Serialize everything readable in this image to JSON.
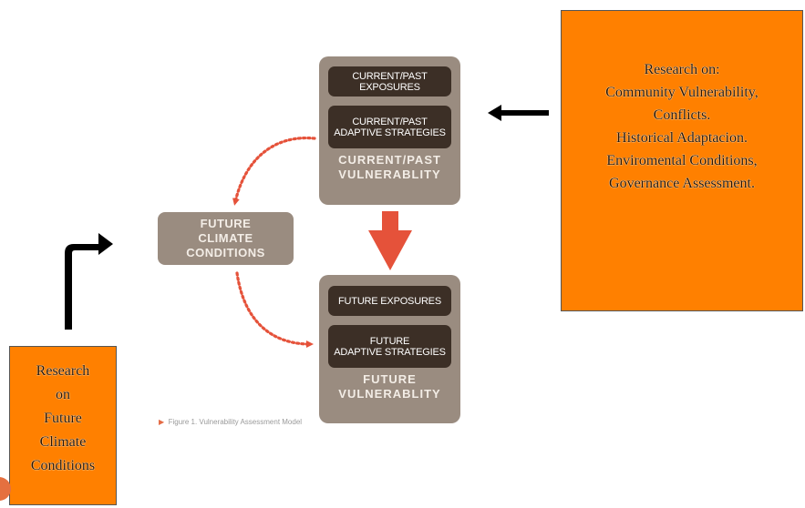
{
  "diagram": {
    "current_panel": {
      "exposures": "CURRENT/PAST EXPOSURES",
      "strategies_line1": "CURRENT/PAST",
      "strategies_line2": "ADAPTIVE STRATEGIES",
      "vulnerability_line1": "CURRENT/PAST",
      "vulnerability_line2": "VULNERABLITY"
    },
    "future_conditions": {
      "line1": "FUTURE",
      "line2": "CLIMATE CONDITIONS"
    },
    "future_panel": {
      "exposures": "FUTURE EXPOSURES",
      "strategies_line1": "FUTURE",
      "strategies_line2": "ADAPTIVE STRATEGIES",
      "vulnerability_line1": "FUTURE",
      "vulnerability_line2": "VULNERABLITY"
    },
    "caption": "Figure 1. Vulnerability Assessment Model"
  },
  "research_right": {
    "lines": [
      "Research on:",
      "Community Vulnerability,",
      "Conflicts.",
      "Historical Adaptacion.",
      "Enviromental Conditions,",
      "Governance Assessment."
    ]
  },
  "research_left": {
    "lines": [
      "Research",
      "on",
      "Future",
      "Climate",
      "Conditions"
    ]
  },
  "colors": {
    "panel": "#9a8c80",
    "inner": "#3c2f26",
    "accent_arrow": "#e5523a",
    "orange_box": "#ff8000"
  }
}
